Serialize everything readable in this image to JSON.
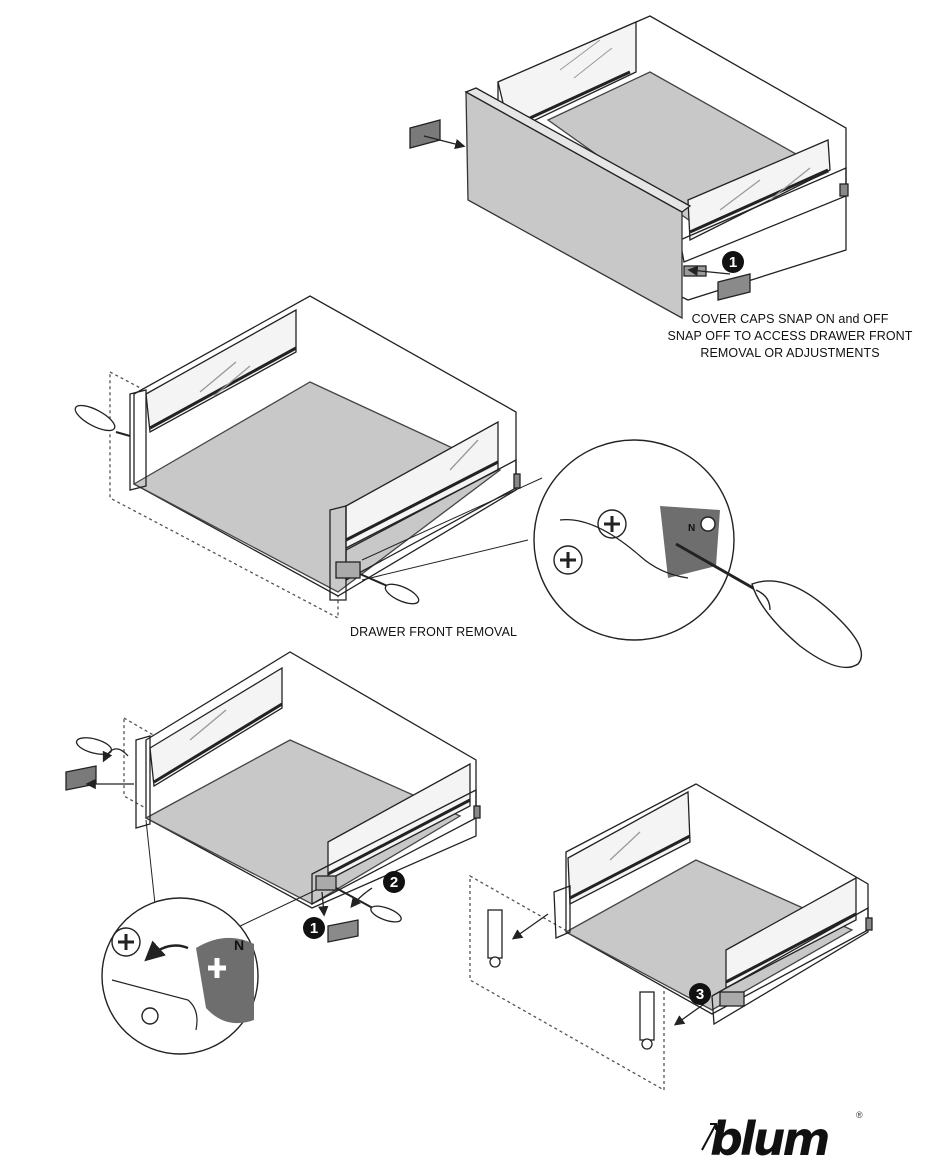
{
  "captions": {
    "cover_caps": [
      "COVER CAPS SNAP ON and OFF",
      "SNAP OFF TO ACCESS DRAWER FRONT",
      "REMOVAL OR ADJUSTMENTS"
    ],
    "front_removal": "DRAWER FRONT REMOVAL"
  },
  "steps": {
    "one": "1",
    "two": "2",
    "three": "3"
  },
  "detail_labels": {
    "n_upper": "N",
    "n_lower": "N"
  },
  "brand": {
    "logo_text": "blum",
    "registered": "®"
  },
  "colors": {
    "panel_fill": "#c8c8c8",
    "dark_fill": "#6e6e6e",
    "badge_fill": "#111111",
    "line": "#222222"
  }
}
